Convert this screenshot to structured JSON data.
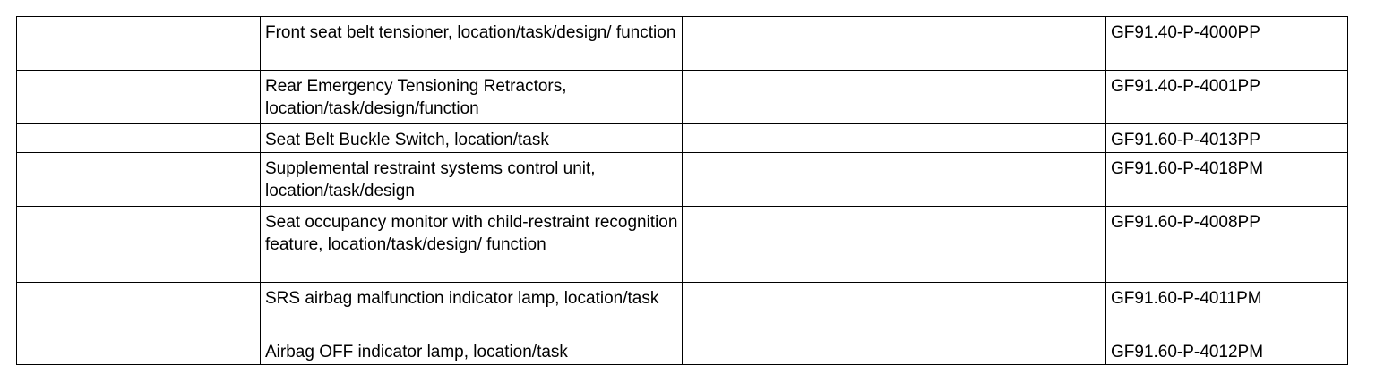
{
  "rows": [
    {
      "description": "Front seat belt tensioner, location/task/design/ function",
      "document": "GF91.40-P-4000PP"
    },
    {
      "description": "Rear Emergency Tensioning Retractors, location/task/design/function",
      "document": "GF91.40-P-4001PP"
    },
    {
      "description": "Seat Belt Buckle Switch, location/task",
      "document": "GF91.60-P-4013PP"
    },
    {
      "description": "Supplemental restraint systems control unit, location/task/design",
      "document": "GF91.60-P-4018PM"
    },
    {
      "description": "Seat occupancy monitor with child-restraint recognition feature, location/task/design/ function",
      "document": "GF91.60-P-4008PP"
    },
    {
      "description": "SRS airbag malfunction indicator lamp, location/task",
      "document": "GF91.60-P-4011PM"
    },
    {
      "description": "Airbag OFF indicator lamp, location/task",
      "document": "GF91.60-P-4012PM"
    }
  ]
}
